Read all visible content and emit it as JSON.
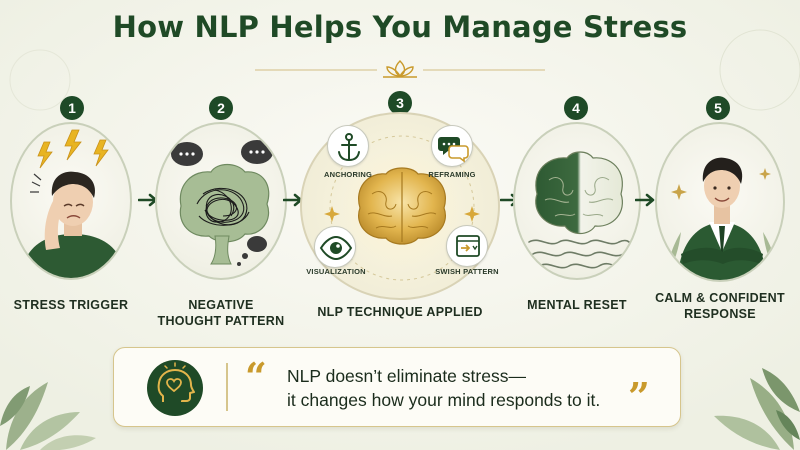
{
  "title": "How NLP Helps You Manage Stress",
  "steps": [
    {
      "number": "1",
      "label": "STRESS TRIGGER"
    },
    {
      "number": "2",
      "label_line1": "NEGATIVE",
      "label_line2": "THOUGHT PATTERN"
    },
    {
      "number": "3",
      "label": "NLP TECHNIQUE APPLIED"
    },
    {
      "number": "4",
      "label": "MENTAL RESET"
    },
    {
      "number": "5",
      "label_line1": "CALM & CONFIDENT",
      "label_line2": "RESPONSE"
    }
  ],
  "techniques": [
    {
      "label": "ANCHORING",
      "icon": "anchor-icon"
    },
    {
      "label": "REFRAMING",
      "icon": "speech-bubbles-icon"
    },
    {
      "label": "VISUALIZATION",
      "icon": "eye-icon"
    },
    {
      "label": "SWISH PATTERN",
      "icon": "swish-icon"
    }
  ],
  "quote": {
    "line1": "NLP doesn’t eliminate stress—",
    "line2": "it changes how your mind responds to it.",
    "open_mark": "“",
    "close_mark": "”",
    "icon": "head-heart-icon"
  },
  "colors": {
    "primary_green": "#1f4a26",
    "gold_accent": "#c99a2c",
    "background": "#f8f6ef"
  }
}
